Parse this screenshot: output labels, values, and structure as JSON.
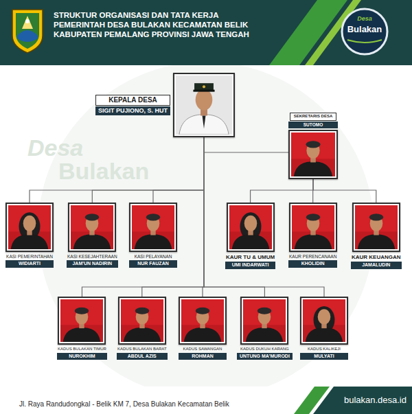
{
  "diagram": {
    "title": "STRUKTUR ORGANISASI DAN TATA KERJA PEMERINTAH DESA BULAKAN KECAMATAN BELIK KABUPATEN PEMALANG PROVINSI JAWA TENGAH",
    "nodes": [
      {
        "text": [
          "KEPALA DESA",
          "SIGIT PUJIONO, S. HUT"
        ]
      },
      {
        "text": [
          "SEKRETARIS DESA",
          "SUTOMO"
        ]
      },
      {
        "text": [
          "KASI PEMERINTAHAN",
          "WIDIARTI"
        ]
      },
      {
        "text": [
          "KASI KESEJAHTERAAN",
          "JAM'UN NADIRIN"
        ]
      },
      {
        "text": [
          "KASI PELAYANAN",
          "NUR FAUZAN"
        ]
      },
      {
        "text": [
          "KAUR TU & UMUM",
          "UMI INDARWATI"
        ]
      },
      {
        "text": [
          "KAUR PERENCANAAN",
          "KHOLIDIN"
        ]
      },
      {
        "text": [
          "KAUR KEUANGAN",
          "JAMALUDIN"
        ]
      },
      {
        "text": [
          "KADUS BULAKAN TIMUR",
          "NUROKHIM"
        ]
      },
      {
        "text": [
          "KADUS BULAKAN BARAT",
          "ABDUL AZIS"
        ]
      },
      {
        "text": [
          "KADUS SAWANGAN",
          "ROHMAN"
        ]
      },
      {
        "text": [
          "KADUS DUKUH KARANG",
          "UNTUNG MA'MURODI"
        ]
      },
      {
        "text": [
          "KADUS KALIKEJI",
          "MULYATI"
        ]
      }
    ],
    "edges": [
      {
        "from": 0,
        "to": 1,
        "arrow": "none"
      },
      {
        "from": 0,
        "to": 2,
        "arrow": "none"
      },
      {
        "from": 0,
        "to": 3,
        "arrow": "none"
      },
      {
        "from": 0,
        "to": 4,
        "arrow": "none"
      },
      {
        "from": 1,
        "to": 5,
        "arrow": "none"
      },
      {
        "from": 1,
        "to": 6,
        "arrow": "none"
      },
      {
        "from": 1,
        "to": 7,
        "arrow": "none"
      },
      {
        "from": 0,
        "to": 8,
        "arrow": "none"
      },
      {
        "from": 0,
        "to": 9,
        "arrow": "none"
      },
      {
        "from": 0,
        "to": 10,
        "arrow": "none"
      },
      {
        "from": 0,
        "to": 11,
        "arrow": "none"
      },
      {
        "from": 0,
        "to": 12,
        "arrow": "none"
      }
    ],
    "labels": [
      "Desa",
      "Bulakan",
      "Desa",
      "Bulakan",
      "Jl. Raya Randudongkal - Belik KM 7, Desa Bulakan Kecamatan Belik",
      "bulakan.desa.id"
    ]
  }
}
